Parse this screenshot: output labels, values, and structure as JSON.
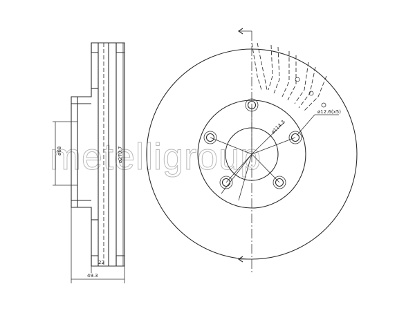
{
  "diagram": {
    "watermark": "metelligroup",
    "dimensions": {
      "hub_bore_diameter": "ø68",
      "outer_diameter": "ø279.7",
      "thickness": "22",
      "total_height": "49.3",
      "bolt_circle": "ø114.3",
      "bolt_hole": "ø12.6(x5)"
    }
  }
}
